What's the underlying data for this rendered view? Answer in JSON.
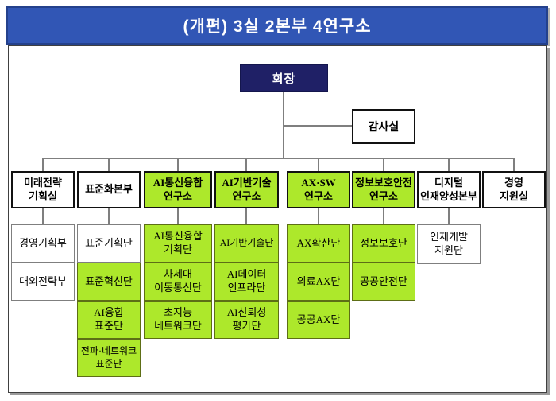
{
  "title_bar": {
    "text": "(개편) 3실 2본부 4연구소"
  },
  "colors": {
    "title_bar_bg": "#3156B5",
    "chairman_bg": "#1F2066",
    "highlight_green": "#ADE82B"
  },
  "chairman": {
    "label": "회장"
  },
  "audit_office": {
    "label": "감사실"
  },
  "columns": [
    {
      "head": {
        "label": "미래전략\n기획실",
        "highlight": false
      },
      "children": [
        {
          "label": "경영기획부",
          "highlight": false
        },
        {
          "label": "대외전략부",
          "highlight": false
        }
      ]
    },
    {
      "head": {
        "label": "표준화본부",
        "highlight": false
      },
      "children": [
        {
          "label": "표준기획단",
          "highlight": false
        },
        {
          "label": "표준혁신단",
          "highlight": true
        },
        {
          "label": "AI융합\n표준단",
          "highlight": true
        },
        {
          "label": "전파·네트워크\n표준단",
          "highlight": true
        }
      ]
    },
    {
      "head": {
        "label": "AI통신융합\n연구소",
        "highlight": true
      },
      "children": [
        {
          "label": "AI통신융합\n기획단",
          "highlight": true
        },
        {
          "label": "차세대\n이동통신단",
          "highlight": true
        },
        {
          "label": "초지능\n네트워크단",
          "highlight": true
        }
      ]
    },
    {
      "head": {
        "label": "AI기반기술\n연구소",
        "highlight": true
      },
      "children": [
        {
          "label": "AI기반기술단",
          "highlight": true
        },
        {
          "label": "AI데이터\n인프라단",
          "highlight": true
        },
        {
          "label": "AI신뢰성\n평가단",
          "highlight": true
        }
      ]
    },
    {
      "head": {
        "label": "AX·SW\n연구소",
        "highlight": true
      },
      "children": [
        {
          "label": "AX확산단",
          "highlight": true
        },
        {
          "label": "의료AX단",
          "highlight": true
        },
        {
          "label": "공공AX단",
          "highlight": true
        }
      ]
    },
    {
      "head": {
        "label": "정보보호안전\n연구소",
        "highlight": true
      },
      "children": [
        {
          "label": "정보보호단",
          "highlight": true
        },
        {
          "label": "공공안전단",
          "highlight": true
        }
      ]
    },
    {
      "head": {
        "label": "디지털\n인재양성본부",
        "highlight": false
      },
      "children": [
        {
          "label": "인재개발\n지원단",
          "highlight": false
        }
      ]
    },
    {
      "head": {
        "label": "경영\n지원실",
        "highlight": false
      },
      "children": []
    }
  ]
}
